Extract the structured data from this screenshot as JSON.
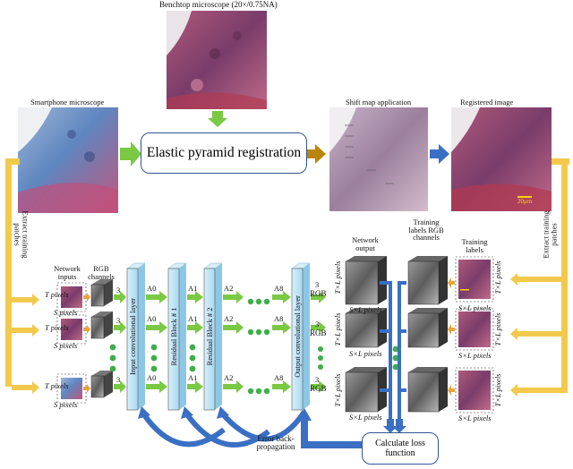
{
  "top": {
    "benchtop_label": "Benchtop microscope (20×/0.75NA)",
    "smartphone_label": "Smartphone microscope",
    "registration_label": "Elastic pyramid registration",
    "shift_map_label": "Shift map application",
    "registered_label": "Registered image",
    "scale_bar_label": "20μm"
  },
  "side": {
    "left_label": "Extract training patches",
    "right_label": "Extract training patches"
  },
  "network": {
    "inputs_label": "Network inputs",
    "rgb_channels_label": "RGB channels",
    "output_label": "Network output",
    "training_labels_rgb_label": "Training labels RGB channels",
    "training_labels_label": "Training labels",
    "t_pixels": "T pixels",
    "s_pixels": "S pixels",
    "tl_pixels": "T×L pixels",
    "sl_pixels": "S×L pixels",
    "channel_count": "3",
    "rgb": "RGB",
    "layers": {
      "input_conv": "Input convolutional layer",
      "res1": "Residual Block # 1",
      "res2": "Residual Block # 2",
      "output_conv": "Output convolutional layer"
    },
    "a_labels": [
      "A0",
      "A1",
      "A2",
      "A8"
    ]
  },
  "bottom": {
    "error_label": "Error back-propagation",
    "loss_label": "Calculate loss function"
  },
  "colors": {
    "green_arrow": "#7ac943",
    "yellow_arrow": "#f2c94c",
    "blue_arrow": "#3a6fc4",
    "layer_fill": "#bfe3f5",
    "box_border": "#2f5597",
    "gold_arrow": "#b8860b"
  }
}
